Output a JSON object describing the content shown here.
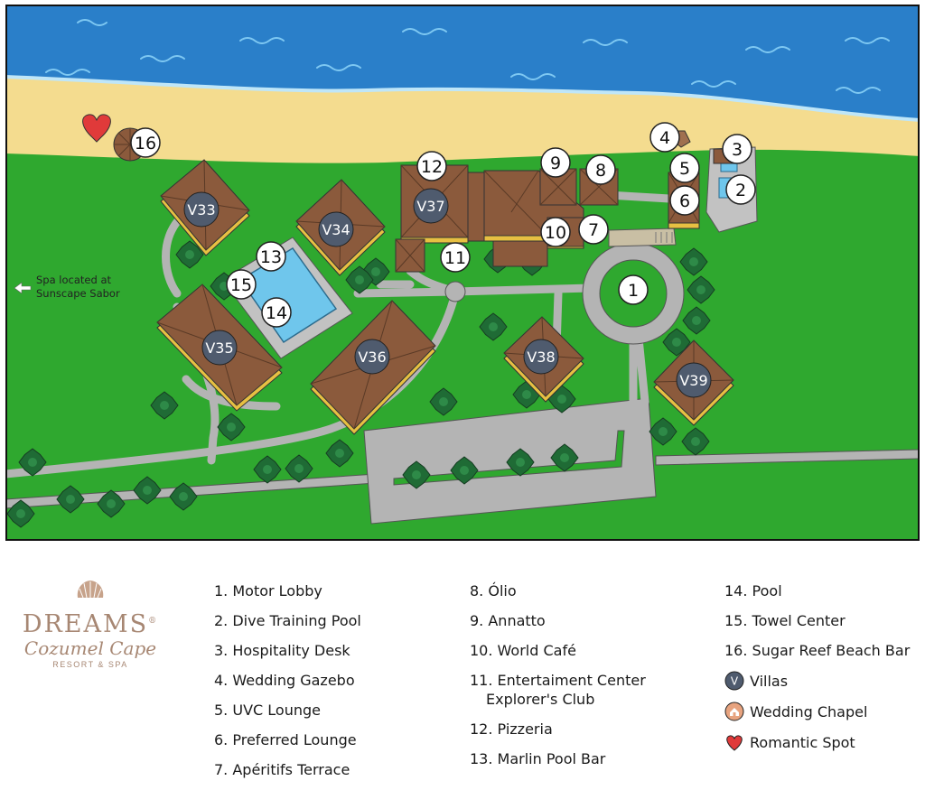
{
  "map": {
    "spa_note_line1": "Spa located at",
    "spa_note_line2": "Sunscape Sabor",
    "pois": [
      {
        "id": "1"
      },
      {
        "id": "2"
      },
      {
        "id": "3"
      },
      {
        "id": "4"
      },
      {
        "id": "5"
      },
      {
        "id": "6"
      },
      {
        "id": "7"
      },
      {
        "id": "8"
      },
      {
        "id": "9"
      },
      {
        "id": "10"
      },
      {
        "id": "11"
      },
      {
        "id": "12"
      },
      {
        "id": "13"
      },
      {
        "id": "14"
      },
      {
        "id": "15"
      },
      {
        "id": "16"
      }
    ],
    "villas": [
      "V33",
      "V34",
      "V35",
      "V36",
      "V37",
      "V38",
      "V39"
    ],
    "colors": {
      "sea": "#2a7fc9",
      "sand": "#f4dc8f",
      "grass": "#2fa82f",
      "path": "#b4b4b4",
      "roof": "#8b5a3c",
      "pool": "#6fc6ec",
      "villa_badge": "#4f5b6e"
    }
  },
  "logo": {
    "brand": "DREAMS",
    "reg": "®",
    "sub": "Cozumel Cape",
    "tagline": "RESORT & SPA"
  },
  "legend": {
    "col1": [
      "1. Motor Lobby",
      "2. Dive Training Pool",
      "3. Hospitality Desk",
      "4. Wedding Gazebo",
      "5. UVC Lounge",
      "6. Preferred Lounge",
      "7. Apéritifs Terrace"
    ],
    "col2": [
      "8. Ólio",
      "9. Annatto",
      "10. World Café"
    ],
    "col2_multi_line1": "11. Entertaiment Center",
    "col2_multi_line2": "Explorer's Club",
    "col2b": [
      "12. Pizzeria",
      "13. Marlin Pool Bar"
    ],
    "col3": [
      "14. Pool",
      "15. Towel Center",
      "16. Sugar Reef Beach Bar"
    ],
    "icons": {
      "villas_badge": "V",
      "villas_label": "Villas",
      "chapel_label": "Wedding Chapel",
      "romantic_label": "Romantic Spot"
    }
  }
}
